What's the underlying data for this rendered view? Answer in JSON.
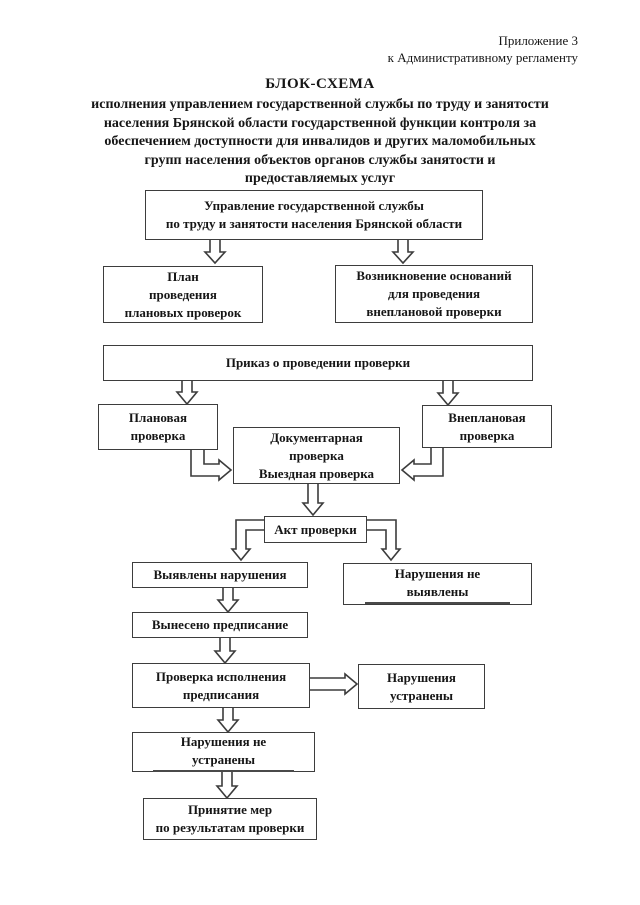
{
  "header": {
    "appendix_line1": "Приложение 3",
    "appendix_line2": "к Административному регламенту"
  },
  "title": "БЛОК-СХЕМА",
  "subtitle": "исполнения управлением государственной службы по труду и занятости\nнаселения Брянской области государственной функции контроля за\nобеспечением доступности для инвалидов и других маломобильных\nгрупп населения объектов органов службы занятости и\nпредоставляемых услуг",
  "boxes": {
    "upravlenie": {
      "label": "Управление государственной службы\nпо труду и занятости населения Брянской области"
    },
    "plan": {
      "label": "План\nпроведения\nплановых проверок"
    },
    "vozniknovenie": {
      "label": "Возникновение оснований\nдля проведения\nвнеплановой проверки"
    },
    "prikaz": {
      "label": "Приказ о проведении проверки"
    },
    "planovaya": {
      "label": "Плановая\nпроверка"
    },
    "vneplanovaya": {
      "label": "Внеплановая\nпроверка"
    },
    "dokumentarnaya": {
      "label": "Документарная\nпроверка\nВыездная проверка"
    },
    "akt": {
      "label": "Акт проверки"
    },
    "vyyavleny": {
      "label": "Выявлены нарушения"
    },
    "ne_vyyavleny": {
      "line1": "Нарушения не",
      "line2": "выявлены"
    },
    "vyneseno": {
      "label": "Вынесено предписание"
    },
    "proverka_ispolneniya": {
      "label": "Проверка исполнения\nпредписания"
    },
    "ustraneny": {
      "label": "Нарушения\nустранены"
    },
    "ne_ustraneny": {
      "line1": "Нарушения не",
      "line2": "устранены"
    },
    "prinyatie": {
      "label": "Принятие мер\nпо результатам проверки"
    }
  },
  "connections": [
    {
      "from": "upravlenie",
      "to": "plan"
    },
    {
      "from": "upravlenie",
      "to": "vozniknovenie"
    },
    {
      "from": "prikaz",
      "to": "planovaya"
    },
    {
      "from": "prikaz",
      "to": "vneplanovaya"
    },
    {
      "from": "planovaya",
      "to": "dokumentarnaya"
    },
    {
      "from": "vneplanovaya",
      "to": "dokumentarnaya"
    },
    {
      "from": "dokumentarnaya",
      "to": "akt"
    },
    {
      "from": "akt",
      "to": "vyyavleny"
    },
    {
      "from": "akt",
      "to": "ne_vyyavleny"
    },
    {
      "from": "vyyavleny",
      "to": "vyneseno"
    },
    {
      "from": "vyneseno",
      "to": "proverka_ispolneniya"
    },
    {
      "from": "proverka_ispolneniya",
      "to": "ustraneny"
    },
    {
      "from": "proverka_ispolneniya",
      "to": "ne_ustraneny"
    },
    {
      "from": "ne_ustraneny",
      "to": "prinyatie"
    }
  ],
  "colors": {
    "background": "#ffffff",
    "text": "#161616",
    "box_border": "#3d3d3d",
    "arrow_stroke": "#3c3c3c"
  }
}
